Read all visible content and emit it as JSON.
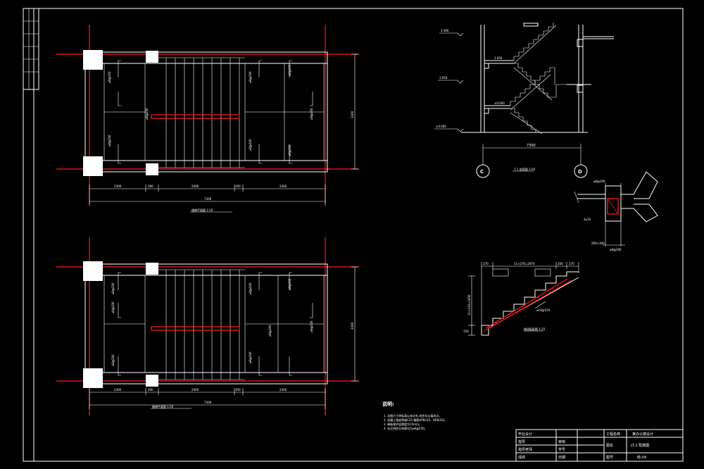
{
  "plan_top": {
    "dims": [
      "2300",
      "200",
      "2400",
      "200",
      "2300"
    ],
    "total_dim": "7300",
    "side_dim": "3300",
    "caption": "楼梯平面图 1:50",
    "rebar_labels": [
      "⌀8@200",
      "⌀8@200",
      "⌀8@200",
      "⌀8@200",
      "⌀8@200",
      "⌀8@200",
      "⌀8@200",
      "⌀8@200"
    ]
  },
  "plan_bottom": {
    "dims": [
      "2300",
      "200",
      "2400",
      "200",
      "2300"
    ],
    "total_dim": "7300",
    "side_dim": "3300",
    "caption": "楼梯平面图 1:50",
    "rebar_labels": [
      "⌀8@200",
      "⌀8@200",
      "⌀8@200",
      "⌀8@200",
      "⌀8@200",
      "⌀8@200",
      "⌀8@200",
      "⌀8@200"
    ]
  },
  "section": {
    "elevations": [
      "3.300",
      "1.650",
      "±0.000"
    ],
    "landing_labels": [
      "1.650",
      "±0.000"
    ],
    "span_dim": "7300",
    "grid_left": "C",
    "grid_right": "D",
    "caption": "1-1 剖面图 1:50"
  },
  "beam_detail": {
    "labels": [
      "⌀8@200",
      "2⌀14",
      "200×300",
      "⌀8@200"
    ]
  },
  "stair_detail": {
    "top_dims": [
      "270",
      "11×270=2970",
      "200",
      "270"
    ],
    "left_dim": "11×150=1650",
    "bottom_dim": "150",
    "note_label": "⌀10@150",
    "caption": "梯段板配筋 1:25"
  },
  "notes": {
    "title": "说明:",
    "lines": [
      "1. 本图尺寸除标高以米计外,其余均以毫米计。",
      "2. 混凝土强度等级C25,钢筋HPB235、HRB335。",
      "3. 梯板保护层厚度为15mm。",
      "4. 未注明的分布筋均为⌀6@250。"
    ]
  },
  "title_block": {
    "left_rows": [
      "毕业设计",
      "指导",
      "指导老师",
      "成绩"
    ],
    "mid_rows": [
      "",
      "审核",
      "学号",
      "日期"
    ],
    "project_label": "工程名称",
    "project_name": "某办公楼设计",
    "drawing_label": "图名",
    "drawing_name": "LT-1 配筋图",
    "number_label": "图号",
    "number": "结-04"
  }
}
